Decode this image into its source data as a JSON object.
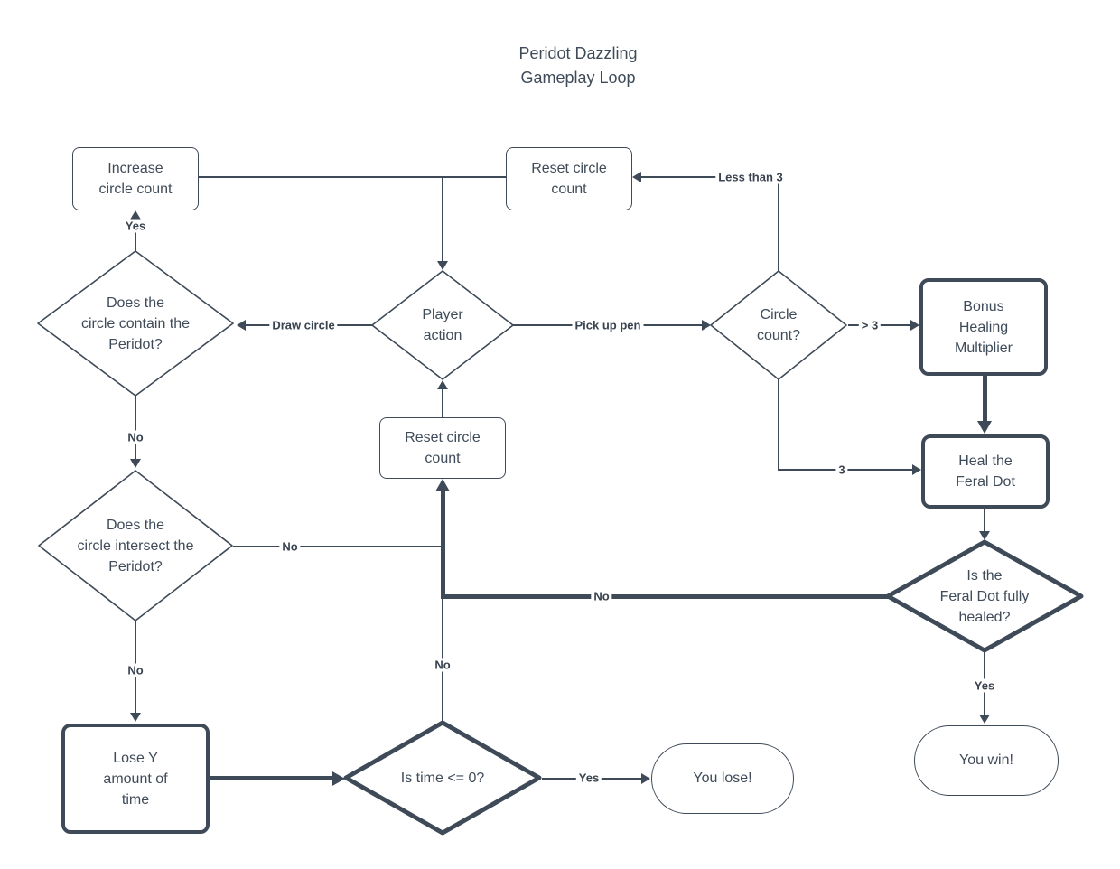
{
  "title": "Peridot Dazzling\nGameplay Loop",
  "colors": {
    "stroke": "#3e4a57",
    "text": "#3f4b59",
    "background": "#ffffff"
  },
  "nodes": {
    "increase_count": {
      "label": "Increase\ncircle count",
      "shape": "rounded-rect"
    },
    "reset_count_top": {
      "label": "Reset circle\ncount",
      "shape": "rounded-rect"
    },
    "contain": {
      "label": "Does the\ncircle contain the\nPeridot?",
      "shape": "diamond"
    },
    "player_action": {
      "label": "Player\naction",
      "shape": "diamond"
    },
    "circle_count": {
      "label": "Circle\ncount?",
      "shape": "diamond"
    },
    "bonus": {
      "label": "Bonus\nHealing\nMultiplier",
      "shape": "rounded-rect-bold"
    },
    "heal": {
      "label": "Heal the\nFeral Dot",
      "shape": "rounded-rect-bold"
    },
    "reset_count_mid": {
      "label": "Reset circle\ncount",
      "shape": "rounded-rect"
    },
    "intersect": {
      "label": "Does the\ncircle intersect the\nPeridot?",
      "shape": "diamond"
    },
    "feral_healed": {
      "label": "Is the\nFeral Dot fully\nhealed?",
      "shape": "diamond-bold"
    },
    "lose_time": {
      "label": "Lose Y\namount of\ntime",
      "shape": "rounded-rect-bold"
    },
    "time_check": {
      "label": "Is time <= 0?",
      "shape": "diamond-bold"
    },
    "you_lose": {
      "label": "You lose!",
      "shape": "terminator"
    },
    "you_win": {
      "label": "You win!",
      "shape": "terminator"
    }
  },
  "edge_labels": {
    "yes_contain": "Yes",
    "no_contain": "No",
    "draw_circle": "Draw circle",
    "pick_up_pen": "Pick up pen",
    "less_than_3": "Less than 3",
    "greater_than_3": "> 3",
    "exactly_3": "3",
    "no_intersect_right": "No",
    "no_intersect_down": "No",
    "no_time": "No",
    "yes_time": "Yes",
    "no_feral": "No",
    "yes_feral": "Yes"
  }
}
